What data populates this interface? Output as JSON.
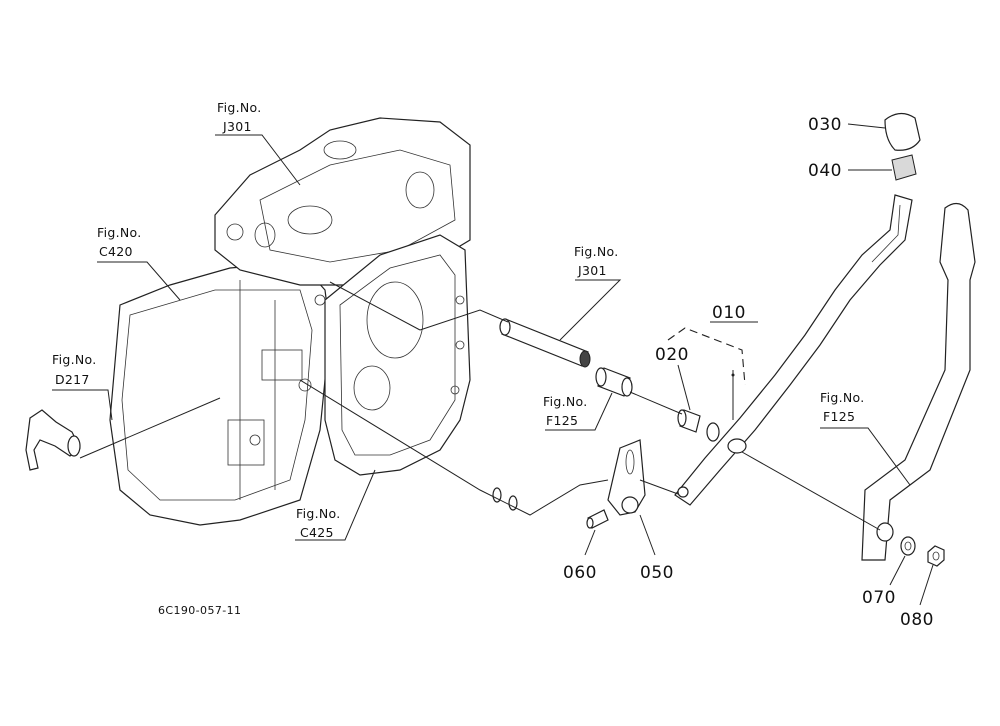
{
  "refs": {
    "j301_top": {
      "line1": "Fig.No.",
      "line2": "J301"
    },
    "c420": {
      "line1": "Fig.No.",
      "line2": "C420"
    },
    "d217": {
      "line1": "Fig.No.",
      "line2": "D217"
    },
    "j301_mid": {
      "line1": "Fig.No.",
      "line2": "J301"
    },
    "f125_left": {
      "line1": "Fig.No.",
      "line2": "F125"
    },
    "c425": {
      "line1": "Fig.No.",
      "line2": "C425"
    },
    "f125_right": {
      "line1": "Fig.No.",
      "line2": "F125"
    }
  },
  "parts": {
    "p010": "010",
    "p020": "020",
    "p030": "030",
    "p040": "040",
    "p050": "050",
    "p060": "060",
    "p070": "070",
    "p080": "080"
  },
  "diagram_code": "6C190-057-11"
}
